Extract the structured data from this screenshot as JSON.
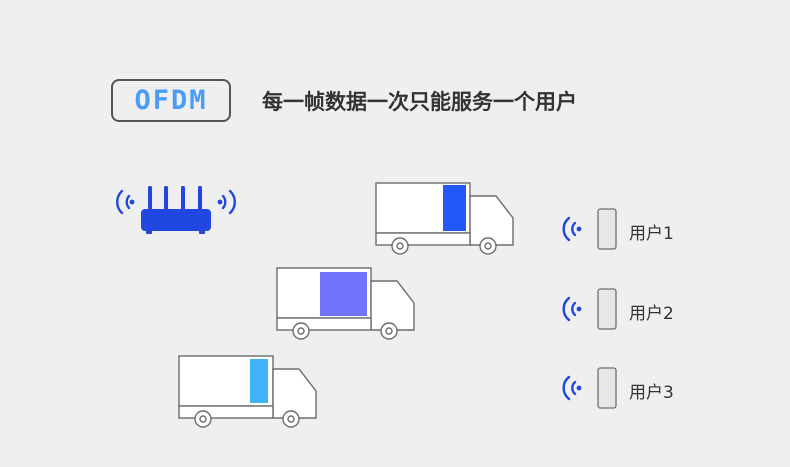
{
  "badge": {
    "label": "OFDM"
  },
  "headline": {
    "text": "每一帧数据一次只能服务一个用户"
  },
  "trucks": [
    {
      "name": "truck-1",
      "cargo_color": "#2158f7"
    },
    {
      "name": "truck-2",
      "cargo_color": "#7173fb"
    },
    {
      "name": "truck-3",
      "cargo_color": "#3fb3f7"
    }
  ],
  "router": {
    "icon": "router-icon",
    "color": "#2047e0"
  },
  "users": [
    {
      "label": "用户1",
      "icon": "phone-icon",
      "signal_icon": "wifi-signal-icon"
    },
    {
      "label": "用户2",
      "icon": "phone-icon",
      "signal_icon": "wifi-signal-icon"
    },
    {
      "label": "用户3",
      "icon": "phone-icon",
      "signal_icon": "wifi-signal-icon"
    }
  ],
  "colors": {
    "accent": "#2047e0",
    "badge_text": "#4a9df5",
    "outline": "#6d6d6d"
  }
}
